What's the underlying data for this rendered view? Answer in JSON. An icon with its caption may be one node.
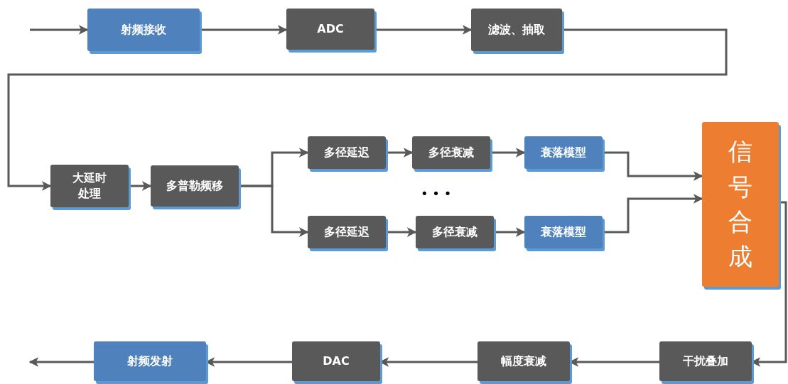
{
  "diagram": {
    "nodes": [
      {
        "text": [
          "射频接收"
        ]
      },
      {
        "text": [
          "ADC"
        ]
      },
      {
        "text": [
          "滤波、抽取"
        ]
      },
      {
        "text": [
          "大延时处理"
        ]
      },
      {
        "text": [
          "多普勒频移"
        ]
      },
      {
        "text": [
          "多径延迟"
        ]
      },
      {
        "text": [
          "多径衰减"
        ]
      },
      {
        "text": [
          "衰落模型"
        ]
      },
      {
        "text": [
          "多径延迟"
        ]
      },
      {
        "text": [
          "多径衰减"
        ]
      },
      {
        "text": [
          "衰落模型"
        ]
      },
      {
        "text": [
          "信号合成"
        ]
      },
      {
        "text": [
          "干扰叠加"
        ]
      },
      {
        "text": [
          "幅度衰减"
        ]
      },
      {
        "text": [
          "DAC"
        ]
      },
      {
        "text": [
          "射频发射"
        ]
      }
    ],
    "edges": [
      {
        "from": null,
        "to": 0,
        "arrow": "to"
      },
      {
        "from": 0,
        "to": 1,
        "arrow": "to"
      },
      {
        "from": 1,
        "to": 2,
        "arrow": "to"
      },
      {
        "from": 2,
        "to": 3,
        "arrow": "to"
      },
      {
        "from": 3,
        "to": 4,
        "arrow": "to"
      },
      {
        "from": 4,
        "to": 5,
        "arrow": "to"
      },
      {
        "from": 4,
        "to": 8,
        "arrow": "to"
      },
      {
        "from": 5,
        "to": 6,
        "arrow": "to"
      },
      {
        "from": 6,
        "to": 7,
        "arrow": "to"
      },
      {
        "from": 8,
        "to": 9,
        "arrow": "to"
      },
      {
        "from": 9,
        "to": 10,
        "arrow": "to"
      },
      {
        "from": 7,
        "to": 11,
        "arrow": "to"
      },
      {
        "from": 10,
        "to": 11,
        "arrow": "to"
      },
      {
        "from": 11,
        "to": 12,
        "arrow": "to"
      },
      {
        "from": 12,
        "to": 13,
        "arrow": "to"
      },
      {
        "from": 13,
        "to": 14,
        "arrow": "to"
      },
      {
        "from": 14,
        "to": 15,
        "arrow": "to"
      },
      {
        "from": 15,
        "to": null,
        "arrow": "to"
      }
    ],
    "labels": [
      "• • •"
    ]
  }
}
